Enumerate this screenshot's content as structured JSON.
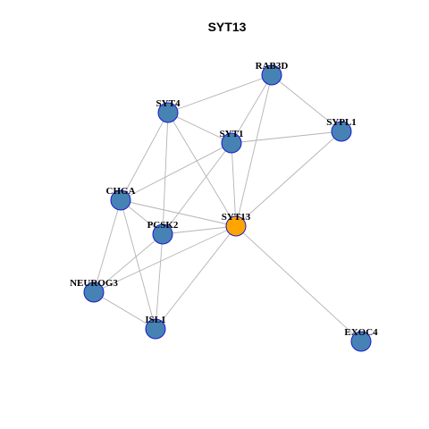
{
  "title": "SYT13",
  "colors": {
    "background": "#ffffff",
    "node_default": "#4682b4",
    "node_center": "#ffa500",
    "node_border": "#1a1acc",
    "edge": "#b3b3b3"
  },
  "network": {
    "center": "SYT13",
    "nodes": [
      {
        "id": "RAB3D",
        "label": "RAB3D"
      },
      {
        "id": "SYT4",
        "label": "SYT4"
      },
      {
        "id": "SYPL1",
        "label": "SYPL1"
      },
      {
        "id": "SYT1",
        "label": "SYT1"
      },
      {
        "id": "CHGA",
        "label": "CHGA"
      },
      {
        "id": "SYT13",
        "label": "SYT13"
      },
      {
        "id": "PCSK2",
        "label": "PCSK2"
      },
      {
        "id": "NEUROG3",
        "label": "NEUROG3"
      },
      {
        "id": "ISL1",
        "label": "ISL1"
      },
      {
        "id": "EXOC4",
        "label": "EXOC4"
      }
    ],
    "edges": [
      [
        "RAB3D",
        "SYT4"
      ],
      [
        "RAB3D",
        "SYT1"
      ],
      [
        "RAB3D",
        "SYPL1"
      ],
      [
        "RAB3D",
        "SYT13"
      ],
      [
        "SYT4",
        "SYT1"
      ],
      [
        "SYT4",
        "CHGA"
      ],
      [
        "SYT4",
        "PCSK2"
      ],
      [
        "SYT4",
        "SYT13"
      ],
      [
        "SYT1",
        "SYPL1"
      ],
      [
        "SYT1",
        "CHGA"
      ],
      [
        "SYT1",
        "PCSK2"
      ],
      [
        "SYT1",
        "SYT13"
      ],
      [
        "SYPL1",
        "SYT13"
      ],
      [
        "CHGA",
        "PCSK2"
      ],
      [
        "CHGA",
        "SYT13"
      ],
      [
        "CHGA",
        "NEUROG3"
      ],
      [
        "CHGA",
        "ISL1"
      ],
      [
        "PCSK2",
        "SYT13"
      ],
      [
        "PCSK2",
        "NEUROG3"
      ],
      [
        "PCSK2",
        "ISL1"
      ],
      [
        "SYT13",
        "NEUROG3"
      ],
      [
        "SYT13",
        "ISL1"
      ],
      [
        "SYT13",
        "EXOC4"
      ],
      [
        "NEUROG3",
        "ISL1"
      ]
    ]
  }
}
